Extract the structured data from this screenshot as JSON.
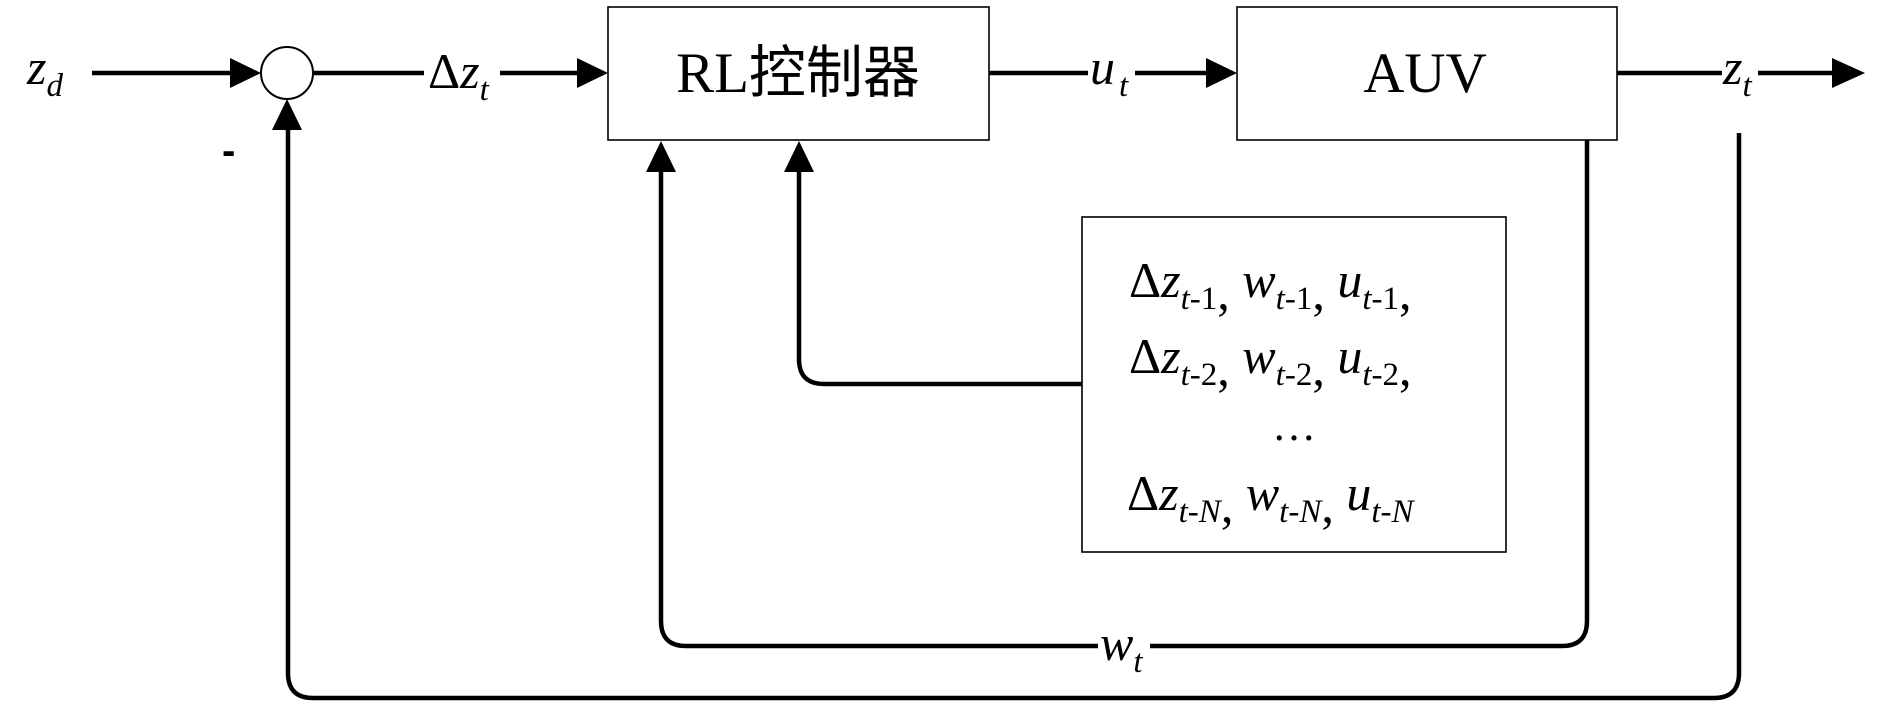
{
  "diagram": {
    "type": "block-diagram",
    "description": "Closed-loop AUV depth control with RL controller",
    "colors": {
      "line": "#000000",
      "background": "#ffffff",
      "box_fill": "#ffffff"
    }
  },
  "signals": {
    "input": {
      "main": "z",
      "sub": "d"
    },
    "error": {
      "prefix": "Δ",
      "main": "z",
      "sub": "t"
    },
    "control": {
      "main": "u",
      "sub": "t"
    },
    "output": {
      "main": "z",
      "sub": "t"
    },
    "velocity": {
      "main": "w",
      "sub": "t"
    }
  },
  "summing_junction": {
    "feedback_sign": "-"
  },
  "blocks": {
    "controller": {
      "label": "RL控制器"
    },
    "plant": {
      "label": "AUV"
    },
    "history": {
      "rows": [
        {
          "items": [
            {
              "prefix": "Δ",
              "main": "z",
              "sub": "t-1",
              "sep": ", "
            },
            {
              "prefix": "",
              "main": "w",
              "sub": "t-1",
              "sep": ", "
            },
            {
              "prefix": "",
              "main": "u",
              "sub": "t-1",
              "sep": ","
            }
          ]
        },
        {
          "items": [
            {
              "prefix": "Δ",
              "main": "z",
              "sub": "t-2",
              "sep": ", "
            },
            {
              "prefix": "",
              "main": "w",
              "sub": "t-2",
              "sep": ", "
            },
            {
              "prefix": "",
              "main": "u",
              "sub": "t-2",
              "sep": ","
            }
          ]
        },
        {
          "ellipsis": "…"
        },
        {
          "items": [
            {
              "prefix": "Δ",
              "main": "z",
              "sub": "t-N",
              "sep": ", "
            },
            {
              "prefix": "",
              "main": "w",
              "sub": "t-N",
              "sep": ", "
            },
            {
              "prefix": "",
              "main": "u",
              "sub": "t-N",
              "sep": ""
            }
          ]
        }
      ]
    }
  },
  "connections": [
    {
      "from": "input",
      "to": "summing_junction",
      "label": "z_d"
    },
    {
      "from": "summing_junction",
      "to": "controller",
      "label": "Δz_t"
    },
    {
      "from": "controller",
      "to": "plant",
      "label": "u_t"
    },
    {
      "from": "plant",
      "to": "output",
      "label": "z_t"
    },
    {
      "from": "plant",
      "to": "controller",
      "label": "w_t",
      "kind": "feedback"
    },
    {
      "from": "history",
      "to": "controller",
      "kind": "feedback"
    },
    {
      "from": "output",
      "to": "summing_junction",
      "kind": "negative-feedback"
    }
  ]
}
